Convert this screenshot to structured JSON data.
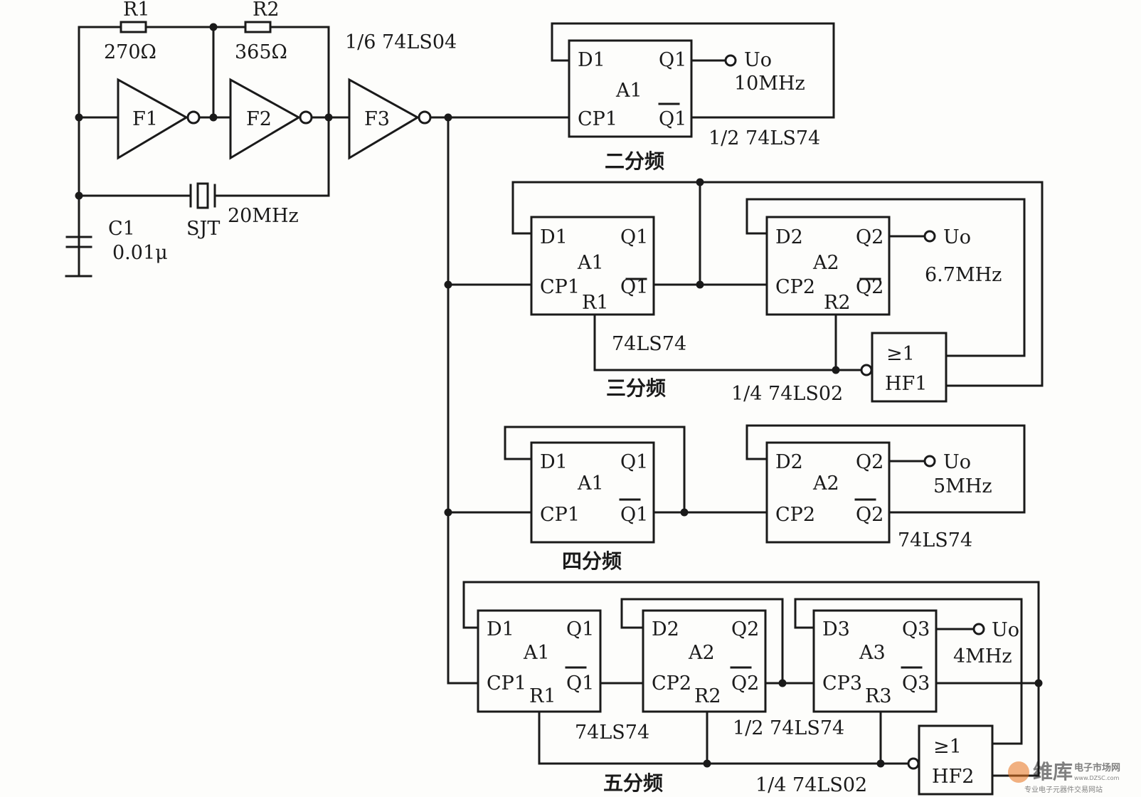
{
  "oscillator": {
    "r1": {
      "name": "R1",
      "value": "270Ω"
    },
    "r2": {
      "name": "R2",
      "value": "365Ω"
    },
    "inverter_chip": "1/6 74LS04",
    "inverters": [
      "F1",
      "F2",
      "F3"
    ],
    "c1": {
      "name": "C1",
      "value": "0.01μ"
    },
    "crystal": {
      "name": "SJT",
      "value": "20MHz"
    }
  },
  "div2": {
    "ff": {
      "d": "D1",
      "q": "Q1",
      "name": "A1",
      "cp": "CP1",
      "qb": "Q1"
    },
    "out_label": "Uo",
    "freq": "10MHz",
    "chip": "1/2 74LS74",
    "caption": "二分频"
  },
  "div3": {
    "ff1": {
      "d": "D1",
      "q": "Q1",
      "name": "A1",
      "cp": "CP1",
      "qb": "Q1",
      "r": "R1"
    },
    "ff2": {
      "d": "D2",
      "q": "Q2",
      "name": "A2",
      "cp": "CP2",
      "qb": "Q2",
      "r": "R2"
    },
    "out_label": "Uo",
    "freq": "6.7MHz",
    "chip": "74LS74",
    "gate": {
      "sym": "≥1",
      "name": "HF1"
    },
    "gate_chip": "1/4 74LS02",
    "caption": "三分频"
  },
  "div4": {
    "ff1": {
      "d": "D1",
      "q": "Q1",
      "name": "A1",
      "cp": "CP1",
      "qb": "Q1"
    },
    "ff2": {
      "d": "D2",
      "q": "Q2",
      "name": "A2",
      "cp": "CP2",
      "qb": "Q2"
    },
    "out_label": "Uo",
    "freq": "5MHz",
    "chip": "74LS74",
    "caption": "四分频"
  },
  "div5": {
    "ff1": {
      "d": "D1",
      "q": "Q1",
      "name": "A1",
      "cp": "CP1",
      "qb": "Q1",
      "r": "R1"
    },
    "ff2": {
      "d": "D2",
      "q": "Q2",
      "name": "A2",
      "cp": "CP2",
      "qb": "Q2",
      "r": "R2"
    },
    "ff3": {
      "d": "D3",
      "q": "Q3",
      "name": "A3",
      "cp": "CP3",
      "qb": "Q3",
      "r": "R3"
    },
    "out_label": "Uo",
    "freq": "4MHz",
    "chip1": "74LS74",
    "chip2": "1/2 74LS74",
    "gate": {
      "sym": "≥1",
      "name": "HF2"
    },
    "gate_chip": "1/4 74LS02",
    "caption": "五分频"
  },
  "watermark": {
    "brand": "维库",
    "sub": "电子市场网",
    "url": "www.DZSC.com",
    "slogan": "专业电子元器件交易网站"
  }
}
